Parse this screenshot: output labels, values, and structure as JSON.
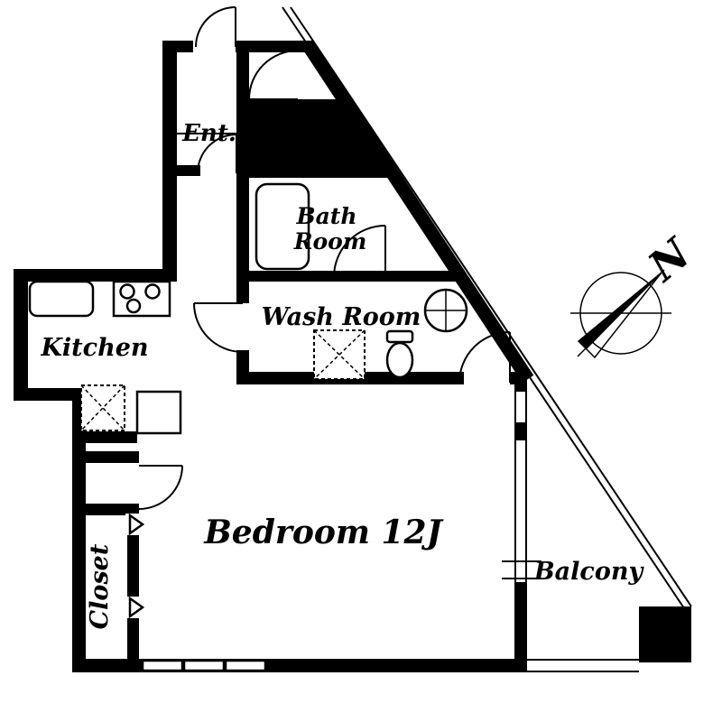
{
  "floorplan": {
    "labels": {
      "entrance": "Ent.",
      "bath_line1": "Bath",
      "bath_line2": "Room",
      "wash_room": "Wash Room",
      "kitchen": "Kitchen",
      "bedroom": "Bedroom 12J",
      "closet": "Closet",
      "balcony": "Balcony",
      "compass_north": "N"
    },
    "colors": {
      "wall": "#000000",
      "background": "#ffffff"
    }
  }
}
